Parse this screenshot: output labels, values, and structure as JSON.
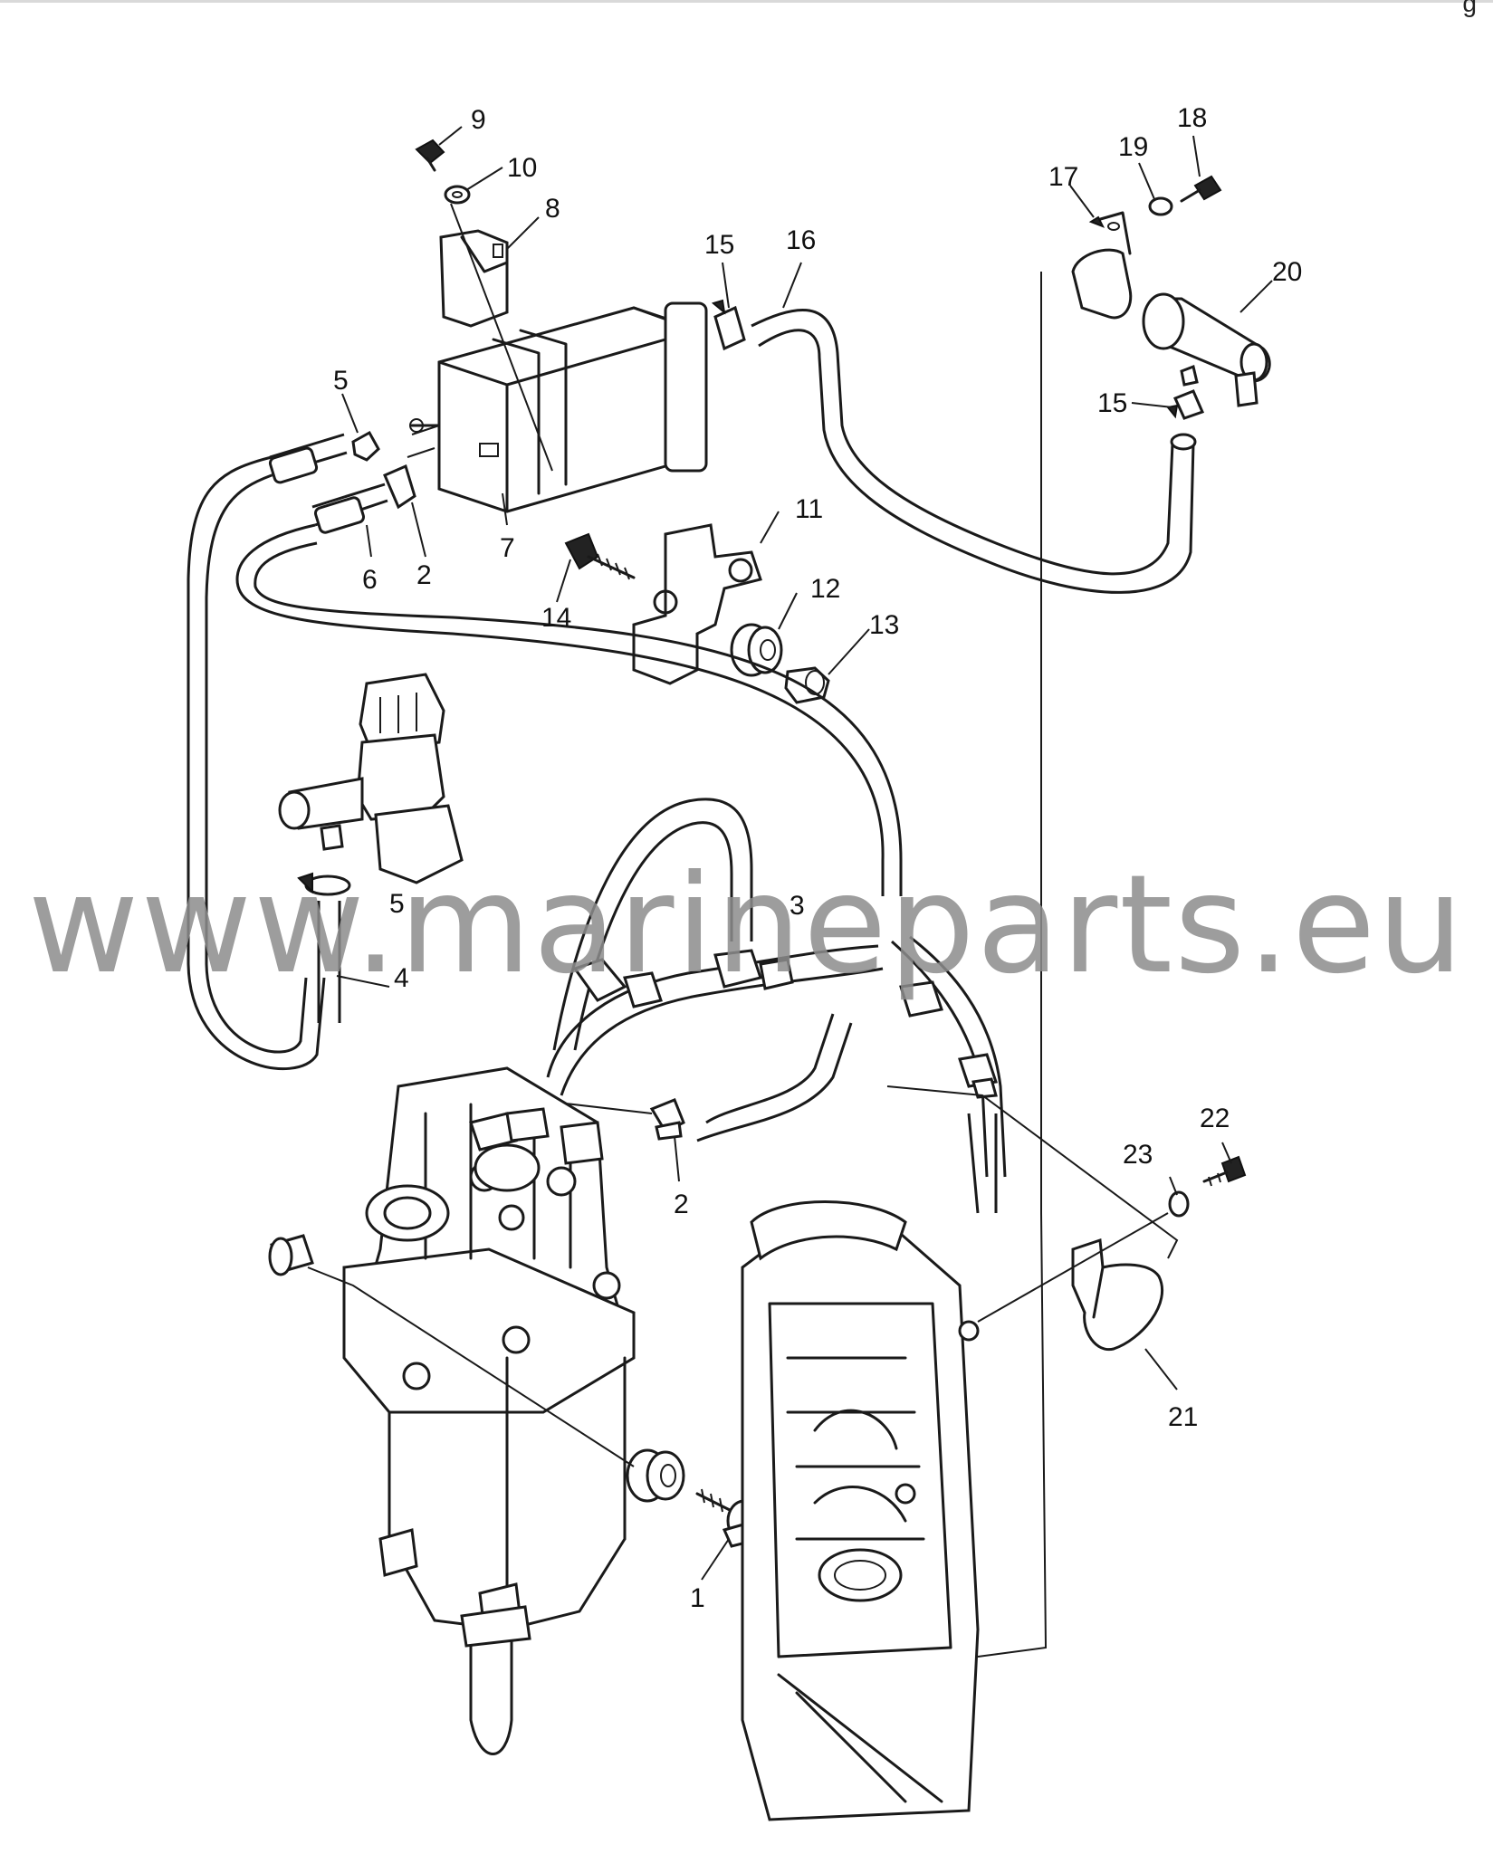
{
  "watermark": "www.marineparts.eu",
  "corner_text": "g",
  "callouts": [
    {
      "id": "c9",
      "label": "9"
    },
    {
      "id": "c10",
      "label": "10"
    },
    {
      "id": "c8",
      "label": "8"
    },
    {
      "id": "c15a",
      "label": "15"
    },
    {
      "id": "c16",
      "label": "16"
    },
    {
      "id": "c17",
      "label": "17"
    },
    {
      "id": "c19",
      "label": "19"
    },
    {
      "id": "c18",
      "label": "18"
    },
    {
      "id": "c20",
      "label": "20"
    },
    {
      "id": "c15b",
      "label": "15"
    },
    {
      "id": "c5a",
      "label": "5"
    },
    {
      "id": "c7",
      "label": "7"
    },
    {
      "id": "c6",
      "label": "6"
    },
    {
      "id": "c2a",
      "label": "2"
    },
    {
      "id": "c11",
      "label": "11"
    },
    {
      "id": "c12",
      "label": "12"
    },
    {
      "id": "c14",
      "label": "14"
    },
    {
      "id": "c13",
      "label": "13"
    },
    {
      "id": "c5b",
      "label": "5"
    },
    {
      "id": "c4",
      "label": "4"
    },
    {
      "id": "c3",
      "label": "3"
    },
    {
      "id": "c2b",
      "label": "2"
    },
    {
      "id": "c22",
      "label": "22"
    },
    {
      "id": "c23",
      "label": "23"
    },
    {
      "id": "c21",
      "label": "21"
    },
    {
      "id": "c1",
      "label": "1"
    }
  ]
}
